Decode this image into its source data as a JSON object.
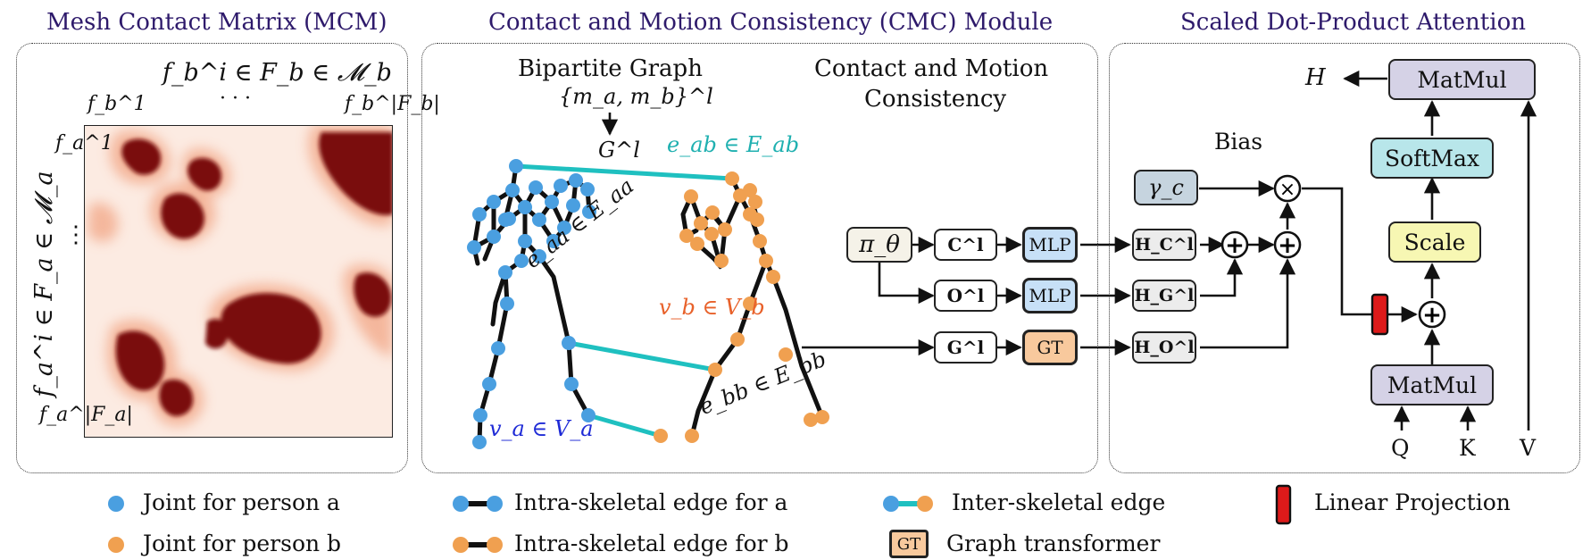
{
  "sections": {
    "mcm_title": "Mesh Contact Matrix (MCM)",
    "cmc_title": "Contact and Motion Consistency (CMC) Module",
    "attn_title": "Scaled Dot-Product Attention"
  },
  "mcm": {
    "top_label": "f_b^i ∈ F_b ∈ 𝓜_b",
    "col_first": "f_b^1",
    "col_dots": "· · ·",
    "col_last": "f_b^|F_b|",
    "side_label": "f_a^i ∈ F_a ∈ 𝓜_a",
    "row_first": "f_a^1",
    "row_dots": "⋮",
    "row_last": "f_a^|F_a|"
  },
  "cmc": {
    "bipartite_title": "Bipartite Graph",
    "pair_label": "{m_a, m_b}^l",
    "graph_label": "G^l",
    "consistency_title_1": "Contact and Motion",
    "consistency_title_2": "Consistency",
    "e_ab": "e_ab ∈ E_ab",
    "e_aa": "e_aa ∈ E_aa",
    "v_b": "v_b ∈ V_b",
    "v_a": "v_a ∈ V_a",
    "e_bb": "e_bb ∈ E_bb",
    "pi": "π_θ",
    "C": "C^l",
    "O": "O^l",
    "G": "G^l",
    "mlp1": "MLP",
    "mlp2": "MLP",
    "gt": "GT",
    "HC": "H_C^l",
    "HG": "H_G^l",
    "HO": "H_O^l"
  },
  "attention": {
    "bias": "Bias",
    "gamma": "γ_c",
    "H": "H",
    "matmul_top": "MatMul",
    "softmax": "SoftMax",
    "scale": "Scale",
    "matmul_bottom": "MatMul",
    "Q": "Q",
    "K": "K",
    "V": "V"
  },
  "legend": {
    "joint_a": "Joint for person a",
    "joint_b": "Joint for person b",
    "intra_a": "Intra-skeletal edge for a",
    "intra_b": "Intra-skeletal edge for b",
    "inter": "Inter-skeletal edge",
    "gt_icon": "GT",
    "gt_label": "Graph transformer",
    "linear": "Linear Projection"
  },
  "colors": {
    "title": "#2e1a6b",
    "joint_a": "#4a9fe0",
    "joint_b": "#f0a050",
    "inter_edge": "#1fc0c0",
    "v_b_text": "#e8612a",
    "v_a_text": "#1f2bd6",
    "e_ab_text": "#1fb0b0",
    "heat_dark": "#7a0a0a",
    "heat_bg": "#fcebe2",
    "gamma_fill": "#c6d4df",
    "mlp_fill": "#c7e0f7",
    "gt_fill": "#f8c99d",
    "h_fill": "#ececec",
    "pi_fill": "#f5f2e8",
    "matmul_fill": "#d5d2e6",
    "softmax_fill": "#b8e6ea",
    "scale_fill": "#f7f7b3",
    "linear_fill": "#dd1a1a"
  }
}
